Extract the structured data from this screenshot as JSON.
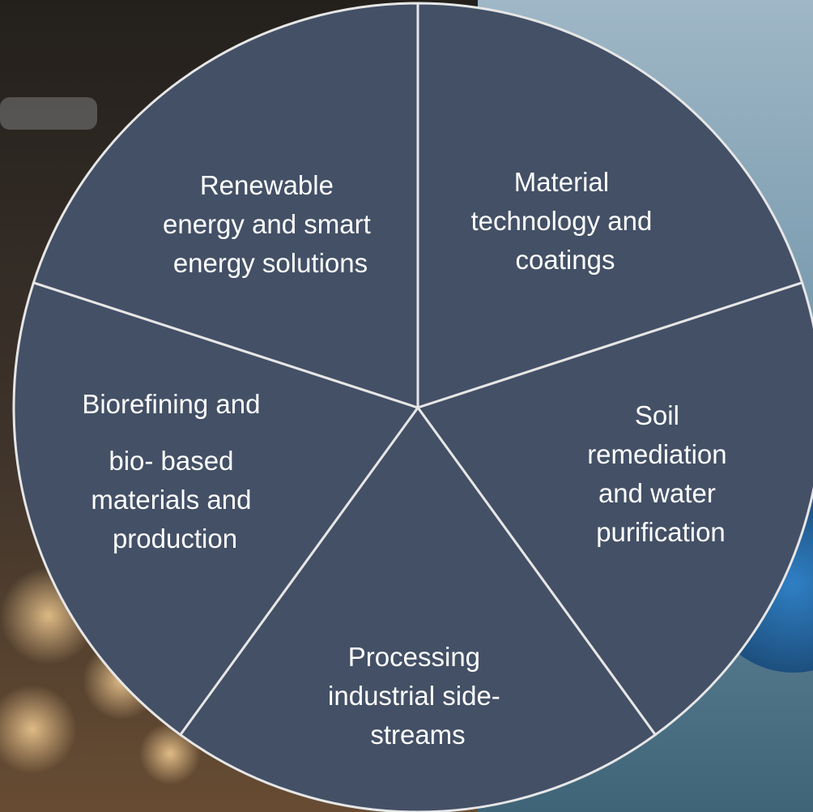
{
  "colors": {
    "segment_fill": "#435066",
    "divider": "#e6e6e6",
    "label_text": "#ffffff"
  },
  "segments": [
    {
      "id": "renewable-energy",
      "lines": [
        "Renewable",
        "energy and smart",
        "energy solutions"
      ]
    },
    {
      "id": "material-technology",
      "lines": [
        "Material",
        "technology and",
        "coatings"
      ]
    },
    {
      "id": "soil-remediation",
      "lines": [
        "Soil",
        "remediation",
        "and water",
        "purification"
      ]
    },
    {
      "id": "industrial-side-streams",
      "lines": [
        "Processing",
        "industrial side-",
        "streams"
      ]
    },
    {
      "id": "biorefining",
      "lines": [
        "Biorefining and",
        "bio- based",
        "materials and",
        "production"
      ]
    }
  ]
}
